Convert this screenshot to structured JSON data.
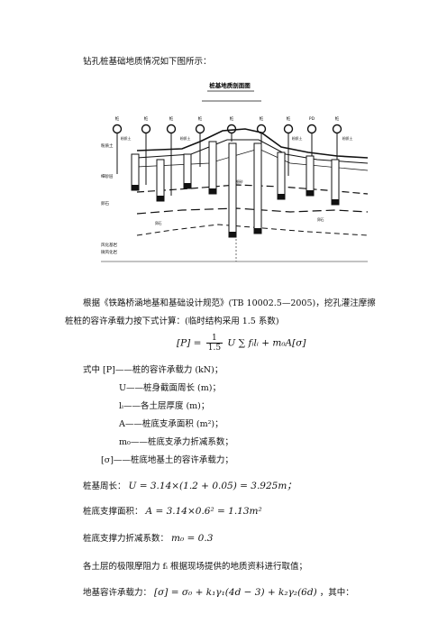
{
  "intro": "钻孔桩基础地质情况如下图所示：",
  "figure": {
    "title": "桩基地质剖面图",
    "col_labels": [
      "桩",
      "桩",
      "桩",
      "桩",
      "桩",
      "桩",
      "桩",
      "PD",
      "桩"
    ],
    "left_labels": [
      "粉质土",
      "细砂层",
      "卵石",
      "风化基岩",
      "微风化岩"
    ],
    "small_labels": [
      "粉质土",
      "粉质土",
      "卵石",
      "细砂",
      "粉质土",
      "卵石",
      "粉质土"
    ]
  },
  "para1_line1": "根据《铁路桥涵地基和基础设计规范》(TB 10002.5—2005)，挖孔灌注摩擦",
  "para1_line2": "桩桩的容许承载力按下式计算：(临时结构采用 1.5 系数)",
  "formula_main": {
    "lhs": "[P] =",
    "frac_num": "1",
    "frac_den": "1.5",
    "rhs": "U ∑ fᵢlᵢ + m₀A[σ]"
  },
  "defs": [
    "式中  [P]——桩的容许承载力 (kN)；",
    "U——桩身截面周长 (m)；",
    "lᵢ——各土层厚度 (m)；",
    "A——桩底支承面积 (m²)；",
    "m₀——桩底支承力折减系数；",
    "[σ]——桩底地基土的容许承载力；"
  ],
  "calc1_label": "桩基周长：",
  "calc1_formula": "U = 3.14×(1.2 + 0.05) = 3.925m；",
  "calc2_label": "桩底支撑面积：",
  "calc2_formula": "A = 3.14×0.6² = 1.13m²",
  "calc3_label": "桩底支撑力折减系数：",
  "calc3_formula": "m₀ = 0.3",
  "line_friction": "各土层的极限摩阻力 fᵢ 根据现场提供的地质资料进行取值；",
  "calc4_label": "地基容许承载力：",
  "calc4_formula": "[σ] = σ₀ + k₁γ₁(4d − 3) + k₂γ₂(6d)",
  "calc4_suffix": "，其中："
}
